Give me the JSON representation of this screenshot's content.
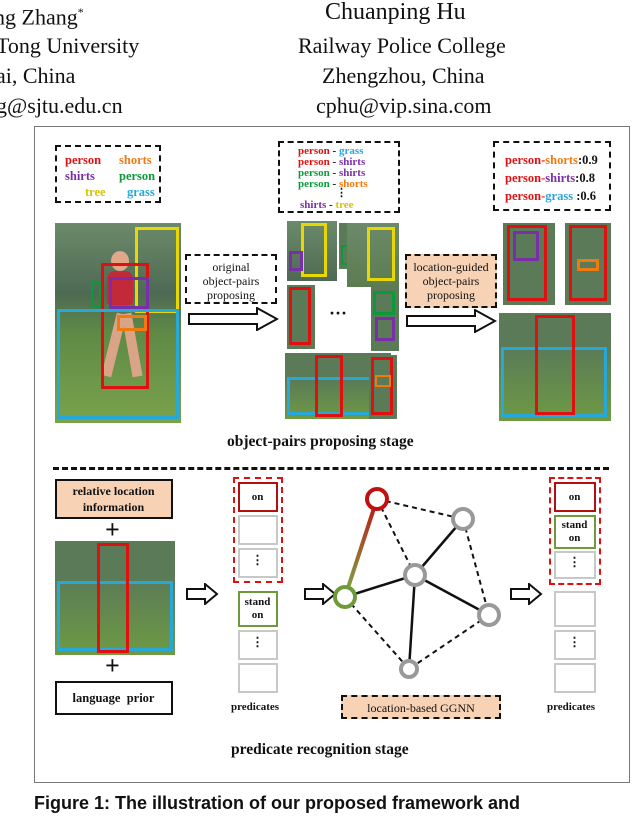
{
  "authors": {
    "left": {
      "name": "ng Zhang",
      "star": "*",
      "affiliation": "Tong University",
      "location": "ai, China",
      "email": "g@sjtu.edu.cn"
    },
    "right": {
      "name": "Chuanping Hu",
      "affiliation": "Railway Police College",
      "location": "Zhengzhou, China",
      "email": "cphu@vip.sina.com"
    }
  },
  "figure": {
    "legend1": {
      "person": "person",
      "shorts": "shorts",
      "shirts": "shirts",
      "person2": "person",
      "tree": "tree",
      "grass": "grass"
    },
    "pairs": {
      "row1": [
        "person",
        "-",
        "grass"
      ],
      "row2": [
        "person",
        "-",
        "shirts"
      ],
      "row3": [
        "person",
        "-",
        "shirts"
      ],
      "row4": [
        "person",
        "-",
        "shorts"
      ],
      "vdots": "⋮",
      "row5": [
        "shirts",
        "-",
        "tree"
      ]
    },
    "scores": {
      "row1": {
        "subject": "person-",
        "object": "shorts",
        "score": ":0.9"
      },
      "row2": {
        "subject": "person-",
        "object": "shirts",
        "score": ":0.8"
      },
      "row3": {
        "subject": "person-",
        "object": "grass",
        "score": " :0.6"
      }
    },
    "box_original": [
      "original",
      "object-pairs",
      "proposing"
    ],
    "box_guided": [
      "location-guided",
      "object-pairs",
      "proposing"
    ],
    "mid_dots": "···",
    "stage1_title": "object-pairs proposing stage",
    "rel_loc": [
      "relative location",
      "information"
    ],
    "plus": "+",
    "lang_prior": "language  prior",
    "pred_on": "on",
    "pred_stand_on": [
      "stand",
      "on"
    ],
    "pred_vdots": "⋮",
    "predicates_label": "predicates",
    "ggnn_label": "location-based GGNN",
    "stage2_title": "predicate recognition stage",
    "colors": {
      "red": "#e01010",
      "green": "#0a9a3a",
      "purple": "#7a2fa8",
      "orange": "#f07a10",
      "yellow": "#d8c400",
      "cyan": "#28a8d8",
      "peach": "#f8d2b4",
      "olive": "#6e9a3c"
    }
  },
  "caption": "Figure 1: The illustration of our proposed framework and"
}
